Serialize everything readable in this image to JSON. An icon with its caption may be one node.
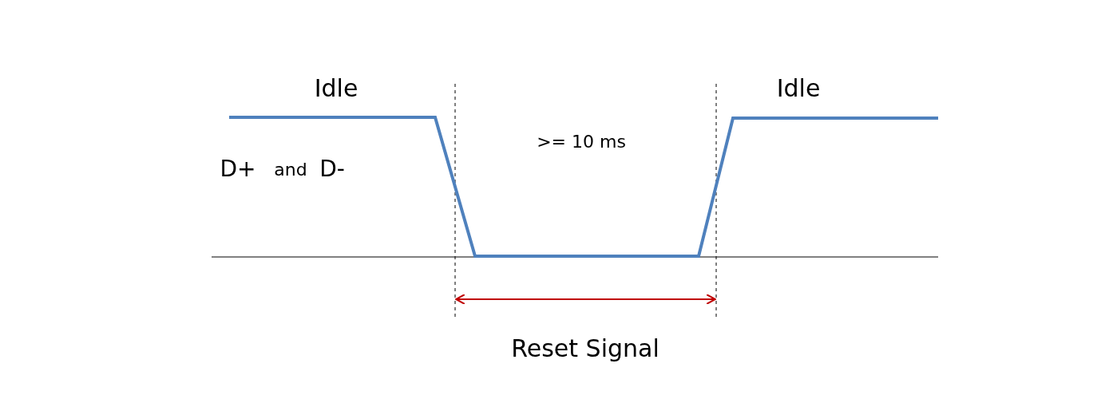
{
  "diagram": {
    "labels": [
      "Idle",
      "Idle",
      "D+",
      "and",
      "D-",
      ">= 10 ms",
      "Reset Signal"
    ]
  }
}
